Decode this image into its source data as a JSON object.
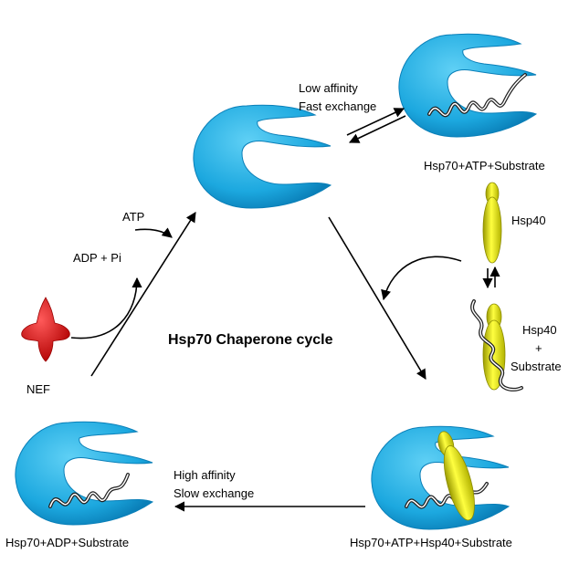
{
  "title": "Hsp70 Chaperone cycle",
  "labels": {
    "low_affinity": "Low affinity",
    "fast_exchange": "Fast exchange",
    "atp_substrate": "Hsp70+ATP+Substrate",
    "hsp40": "Hsp40",
    "hsp40_sub_line1": "Hsp40",
    "hsp40_sub_line2": "+",
    "hsp40_sub_line3": "Substrate",
    "atp": "ATP",
    "adp_pi": "ADP + Pi",
    "nef": "NEF",
    "high_affinity": "High affinity",
    "slow_exchange": "Slow exchange",
    "adp_substrate": "Hsp70+ADP+Substrate",
    "atp_hsp40_substrate": "Hsp70+ATP+Hsp40+Substrate"
  },
  "colors": {
    "hsp70": "#1ca8df",
    "hsp70_dark": "#0a7fb8",
    "hsp40": "#e6e600",
    "nef": "#e00000",
    "arrow": "#000000"
  }
}
